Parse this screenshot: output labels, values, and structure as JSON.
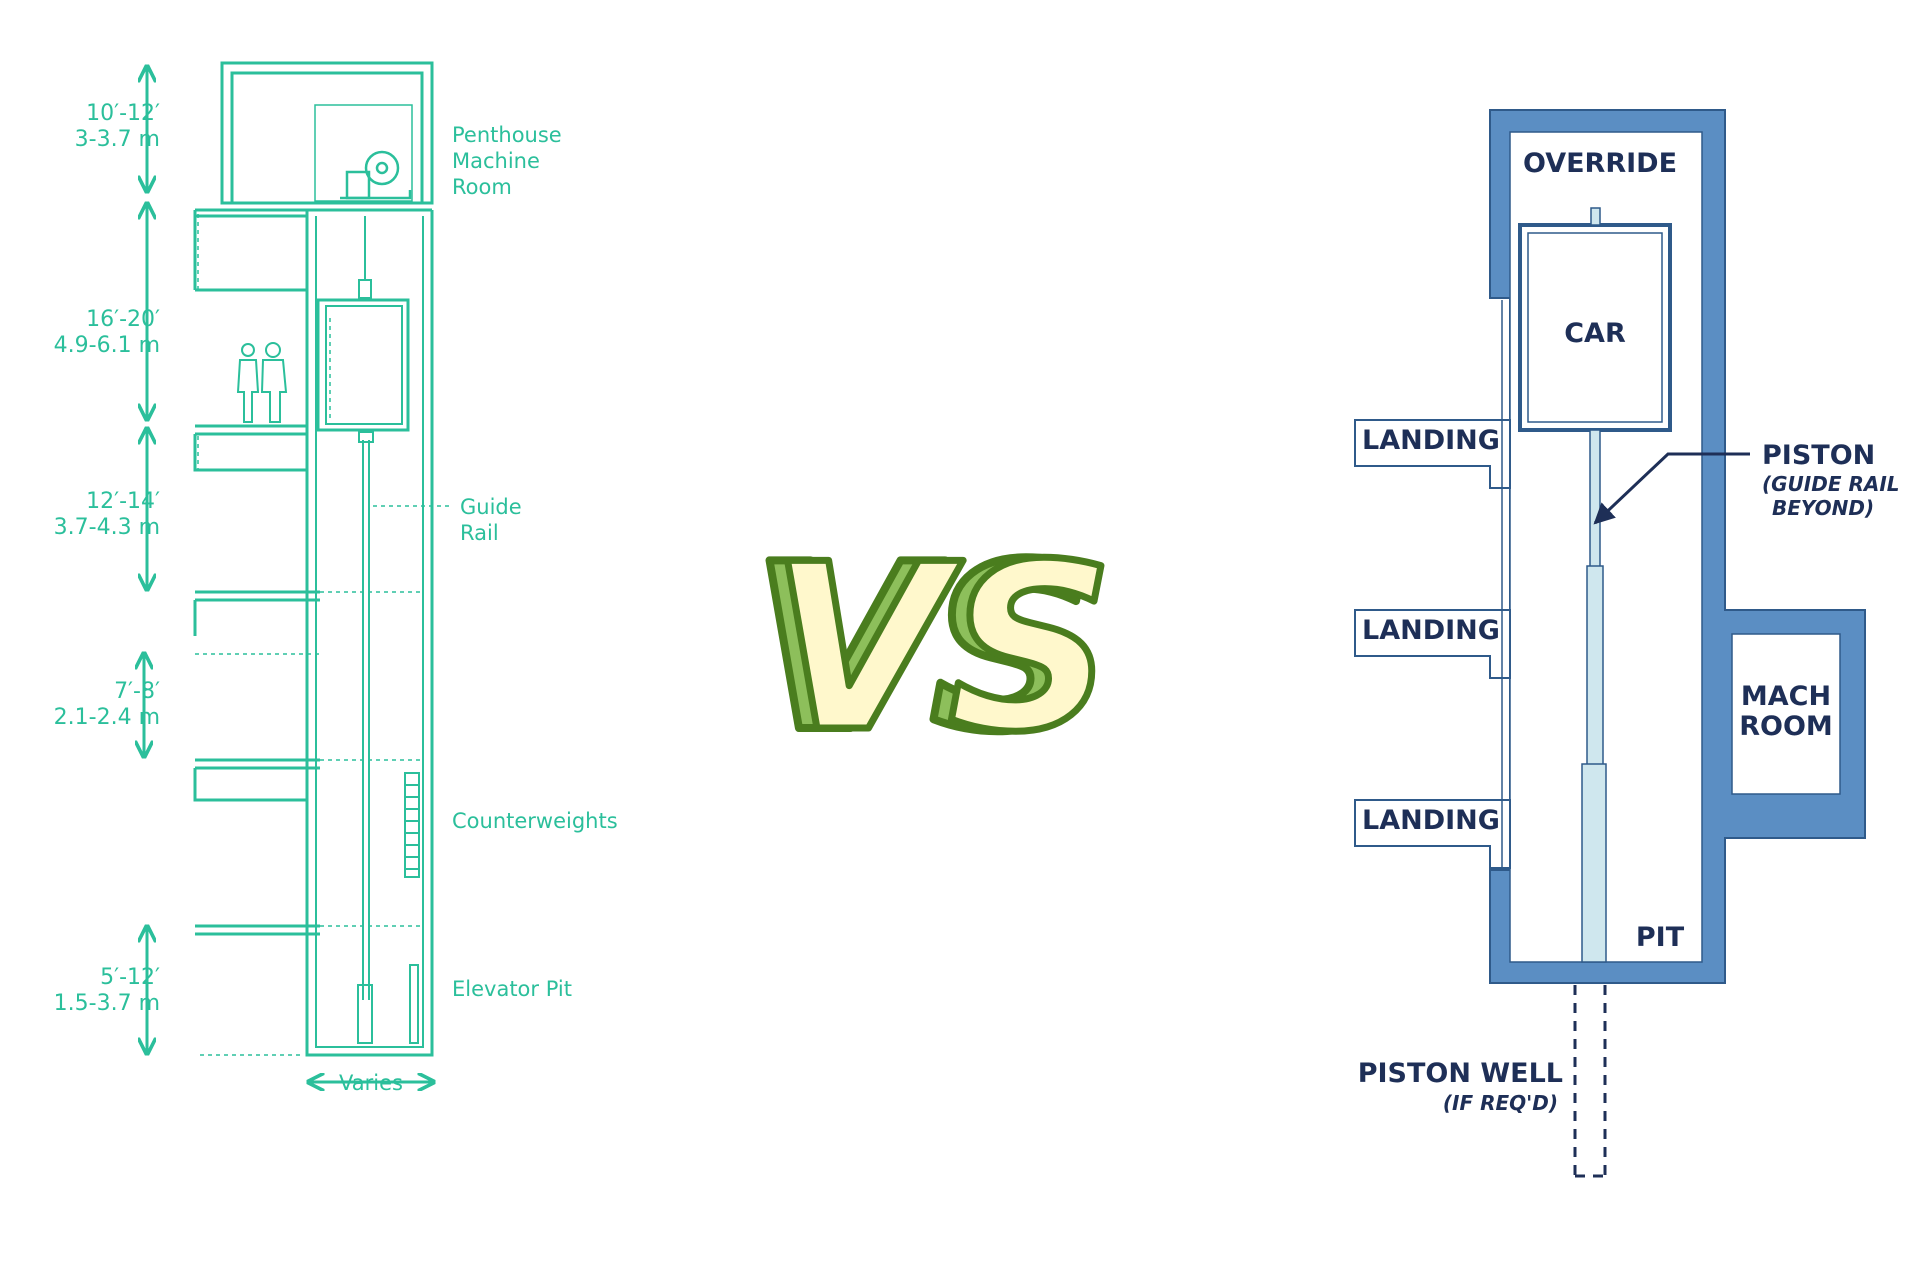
{
  "left_diagram": {
    "colors": {
      "line": "#2bbf9b"
    },
    "dimensions": [
      {
        "imperial": "10′-12′",
        "metric": "3-3.7 m"
      },
      {
        "imperial": "16′-20′",
        "metric": "4.9-6.1 m"
      },
      {
        "imperial": "12′-14′",
        "metric": "3.7-4.3 m"
      },
      {
        "imperial": "7′-8′",
        "metric": "2.1-2.4 m"
      },
      {
        "imperial": "5′-12′",
        "metric": "1.5-3.7 m"
      }
    ],
    "labels": {
      "penthouse": [
        "Penthouse",
        "Machine",
        "Room"
      ],
      "guide_rail": [
        "Guide",
        "Rail"
      ],
      "counterweights": "Counterweights",
      "elevator_pit": "Elevator Pit",
      "varies": "Varies"
    }
  },
  "vs": {
    "text": "VS",
    "fill": "#fff8cc",
    "shadow": "#8dbf5b",
    "outline": "#4a7d1e"
  },
  "right_diagram": {
    "colors": {
      "wall": "#5b8ec3",
      "wall_dark": "#2f5a8a",
      "text": "#1e2f57",
      "piston": "#cfe7ee"
    },
    "labels": {
      "override": "OVERRIDE",
      "car": "CAR",
      "landing": [
        "LANDING",
        "LANDING",
        "LANDING"
      ],
      "piston": "PISTON",
      "piston_note": [
        "(GUIDE RAIL",
        "BEYOND)"
      ],
      "mach_room": [
        "MACH",
        "ROOM"
      ],
      "pit": "PIT",
      "piston_well": "PISTON WELL",
      "piston_well_note": "(IF REQ'D)"
    }
  }
}
